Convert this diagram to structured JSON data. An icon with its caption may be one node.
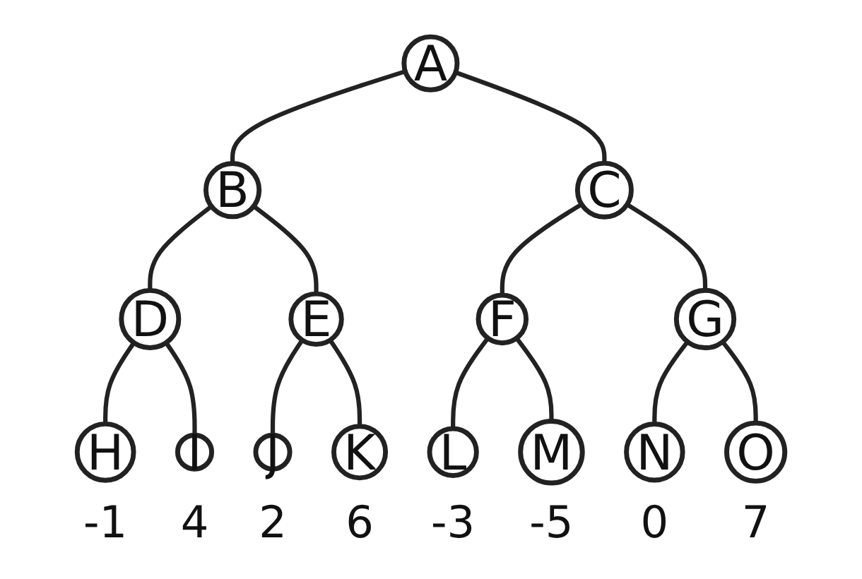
{
  "diagram": {
    "nodes": [
      {
        "text": [
          "A"
        ]
      },
      {
        "text": [
          "B"
        ]
      },
      {
        "text": [
          "C"
        ]
      },
      {
        "text": [
          "D"
        ]
      },
      {
        "text": [
          "E"
        ]
      },
      {
        "text": [
          "F"
        ]
      },
      {
        "text": [
          "G"
        ]
      },
      {
        "text": [
          "H"
        ],
        "beside": [
          "-1"
        ]
      },
      {
        "text": [
          "I"
        ],
        "beside": [
          "4"
        ]
      },
      {
        "text": [
          "J"
        ],
        "beside": [
          "2"
        ]
      },
      {
        "text": [
          "K"
        ],
        "beside": [
          "6"
        ]
      },
      {
        "text": [
          "L"
        ],
        "beside": [
          "-3"
        ]
      },
      {
        "text": [
          "M"
        ],
        "beside": [
          "-5"
        ]
      },
      {
        "text": [
          "N"
        ],
        "beside": [
          "0"
        ]
      },
      {
        "text": [
          "O"
        ],
        "beside": [
          "7"
        ]
      }
    ],
    "edges": [
      {
        "from": 0,
        "to": 1,
        "arrow": "none"
      },
      {
        "from": 0,
        "to": 2,
        "arrow": "none"
      },
      {
        "from": 1,
        "to": 3,
        "arrow": "none"
      },
      {
        "from": 1,
        "to": 4,
        "arrow": "none"
      },
      {
        "from": 2,
        "to": 5,
        "arrow": "none"
      },
      {
        "from": 2,
        "to": 6,
        "arrow": "none"
      },
      {
        "from": 3,
        "to": 7,
        "arrow": "none"
      },
      {
        "from": 3,
        "to": 8,
        "arrow": "none"
      },
      {
        "from": 4,
        "to": 9,
        "arrow": "none"
      },
      {
        "from": 4,
        "to": 10,
        "arrow": "none"
      },
      {
        "from": 5,
        "to": 11,
        "arrow": "none"
      },
      {
        "from": 5,
        "to": 12,
        "arrow": "none"
      },
      {
        "from": 6,
        "to": 13,
        "arrow": "none"
      },
      {
        "from": 6,
        "to": 14,
        "arrow": "none"
      }
    ]
  }
}
